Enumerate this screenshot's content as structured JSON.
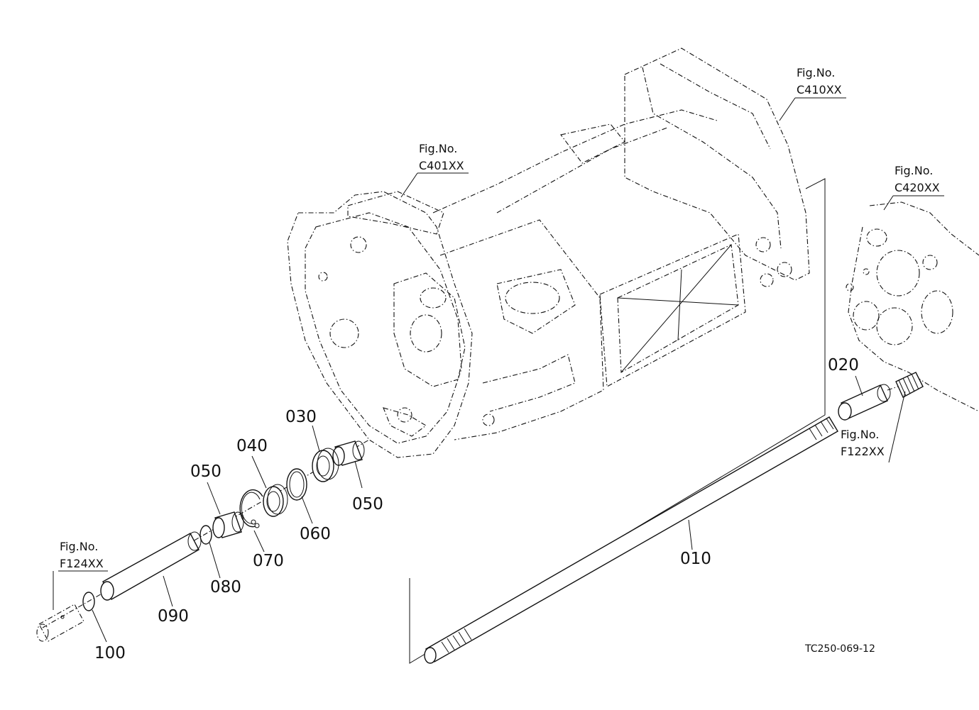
{
  "figure_refs": {
    "c410": {
      "line1": "Fig.No.",
      "line2": "C410XX"
    },
    "c401": {
      "line1": "Fig.No.",
      "line2": "C401XX"
    },
    "c420": {
      "line1": "Fig.No.",
      "line2": "C420XX"
    },
    "f122": {
      "line1": "Fig.No.",
      "line2": "F122XX"
    },
    "f124": {
      "line1": "Fig.No.",
      "line2": "F124XX"
    }
  },
  "parts": {
    "p010": "010",
    "p020": "020",
    "p030": "030",
    "p040": "040",
    "p050a": "050",
    "p050b": "050",
    "p060": "060",
    "p070": "070",
    "p080": "080",
    "p090": "090",
    "p100": "100"
  },
  "drawing_code": "TC250-069-12"
}
